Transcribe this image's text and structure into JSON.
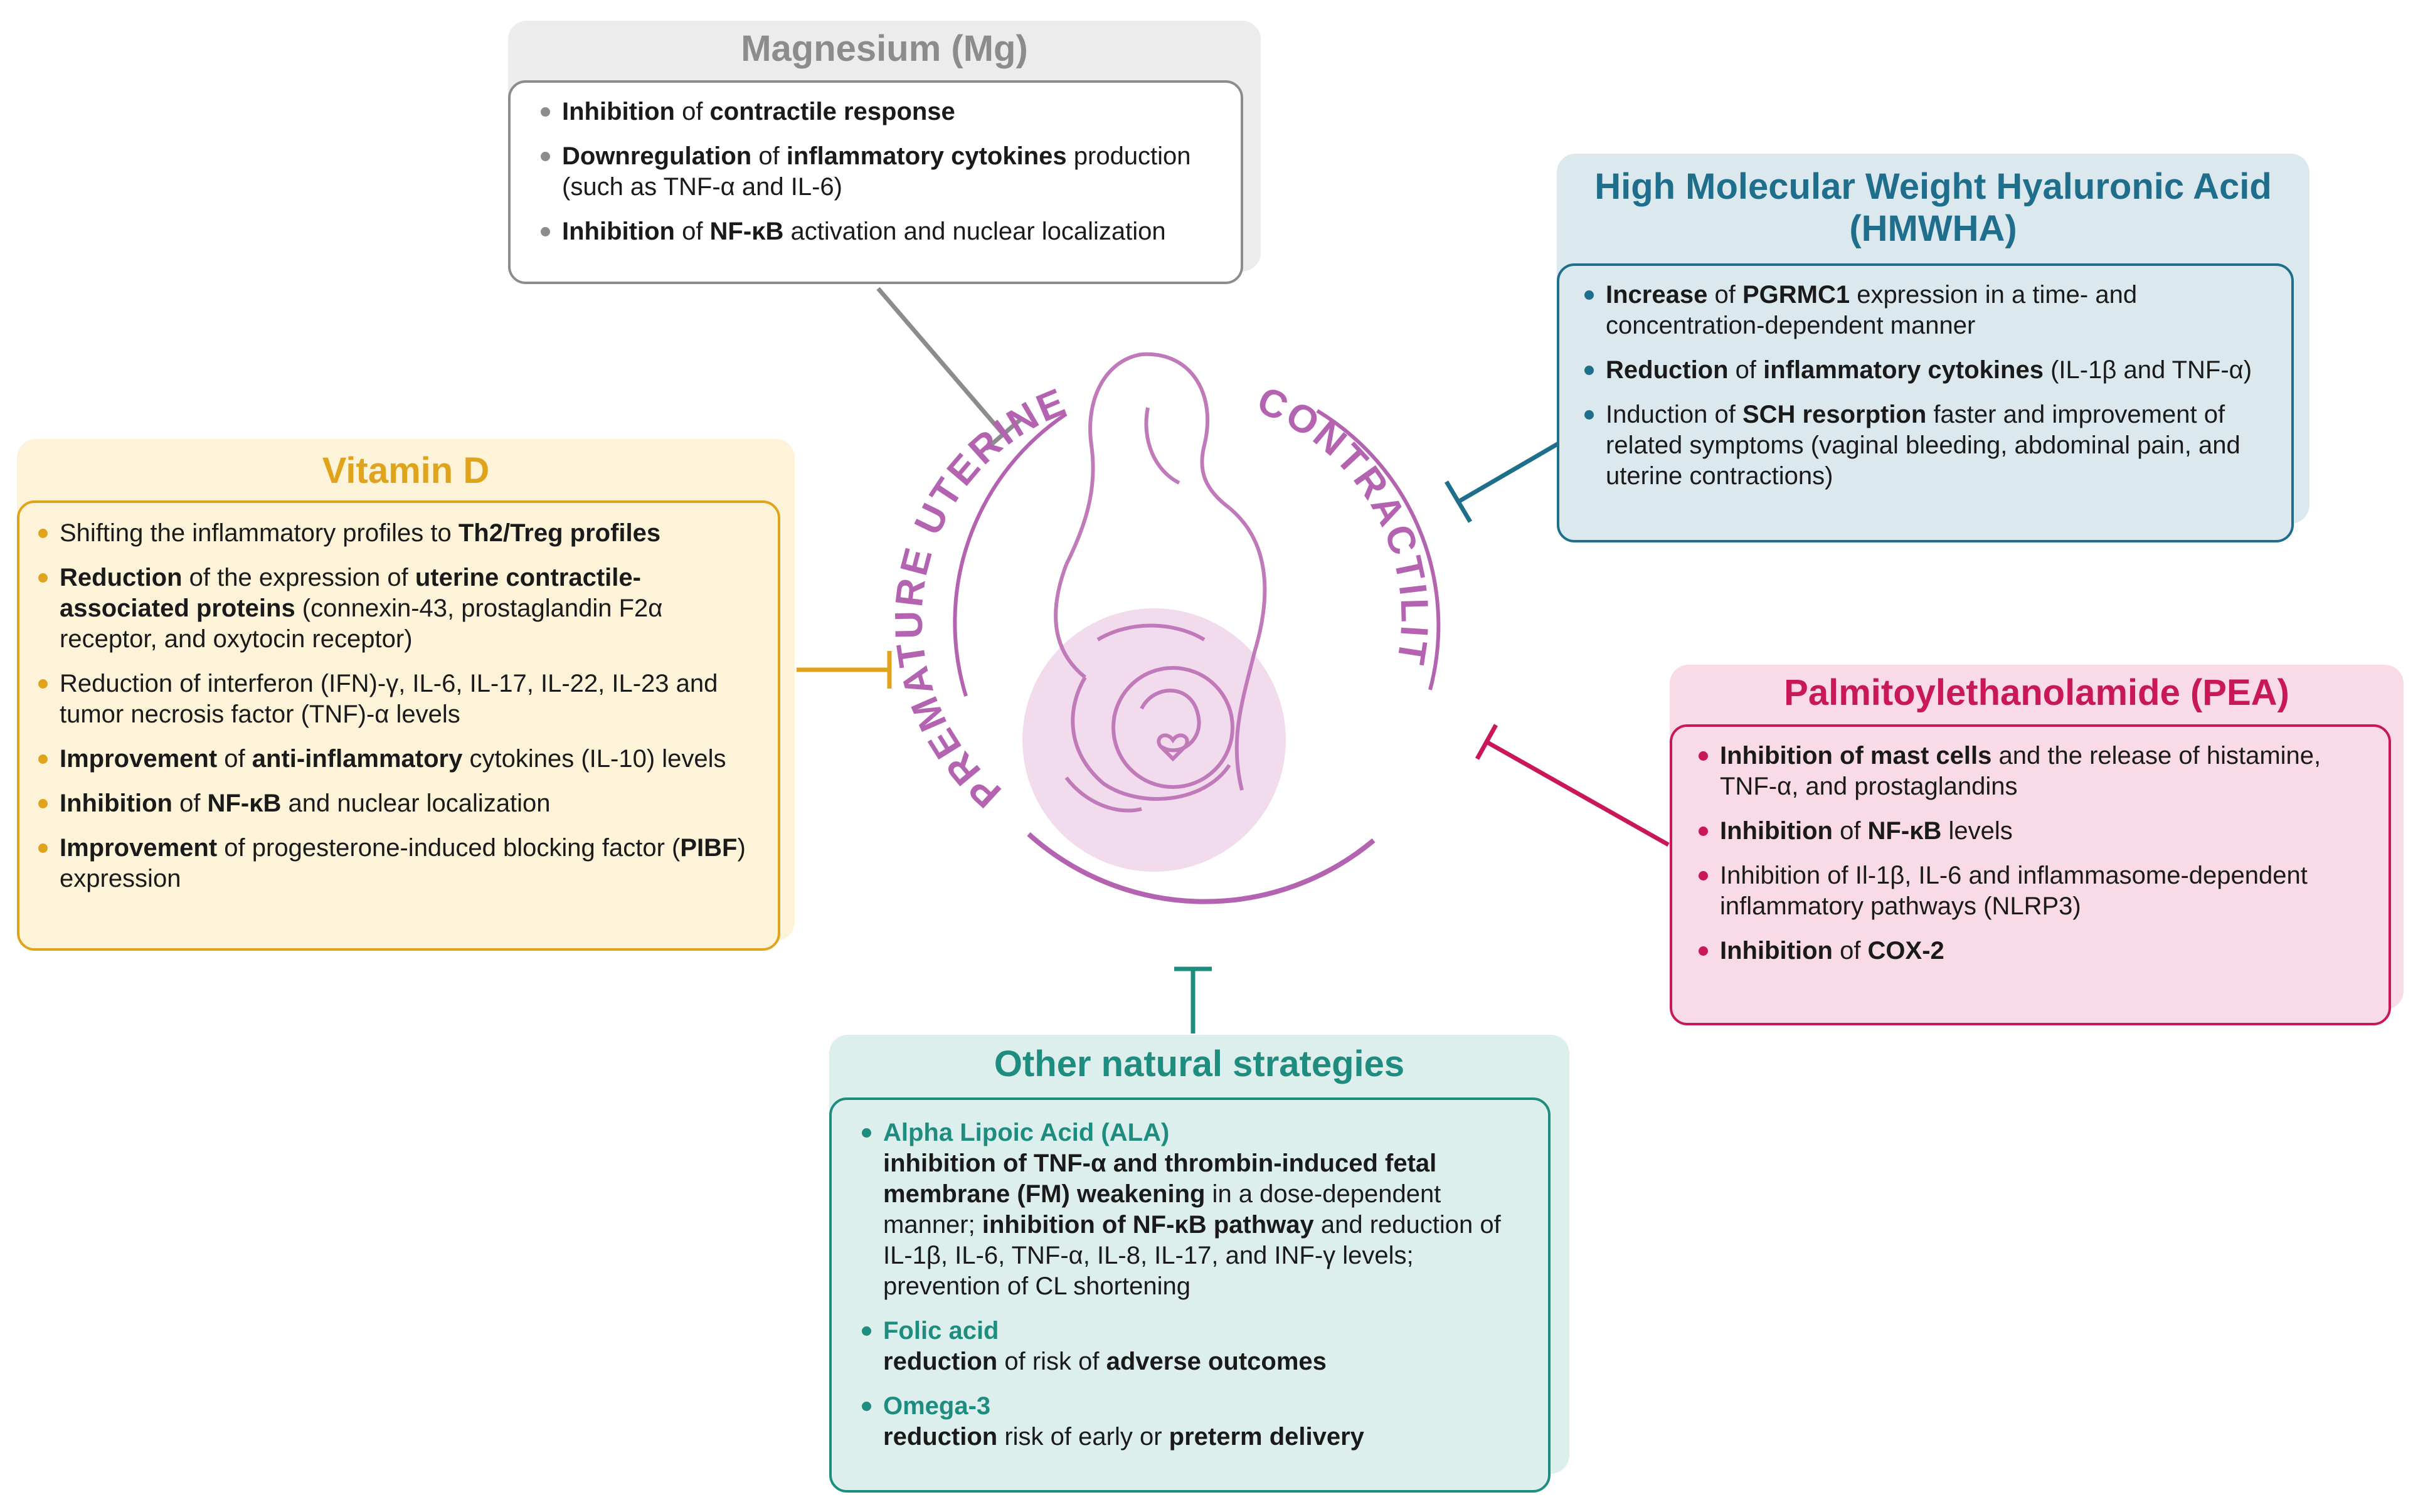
{
  "center": {
    "label_left": "PREMATURE UTERINE",
    "label_right": "CONTRACTILITY"
  },
  "colors": {
    "magnesium": "#8c8c8c",
    "hmwha": "#1f6e8c",
    "vitamin_d": "#e0a41c",
    "pea": "#c8185a",
    "other": "#1f8c80",
    "center_ring": "#b463b0"
  },
  "magnesium": {
    "title": "Magnesium (Mg)",
    "items": [
      [
        {
          "t": "Inhibition",
          "b": true
        },
        {
          "t": " of "
        },
        {
          "t": "contractile response",
          "b": true
        }
      ],
      [
        {
          "t": "Downregulation",
          "b": true
        },
        {
          "t": " of "
        },
        {
          "t": "inflammatory cytokines",
          "b": true
        },
        {
          "t": " production (such as TNF-α and IL-6)"
        }
      ],
      [
        {
          "t": "Inhibition",
          "b": true
        },
        {
          "t": " of "
        },
        {
          "t": "NF-κB",
          "b": true
        },
        {
          "t": " activation and nuclear localization"
        }
      ]
    ]
  },
  "hmwha": {
    "title_line1": "High Molecular Weight Hyaluronic Acid",
    "title_line2": "(HMWHA)",
    "items": [
      [
        {
          "t": "Increase",
          "b": true
        },
        {
          "t": " of "
        },
        {
          "t": "PGRMC1",
          "b": true
        },
        {
          "t": " expression in a time- and concentration-dependent  manner"
        }
      ],
      [
        {
          "t": "Reduction",
          "b": true
        },
        {
          "t": " of "
        },
        {
          "t": "inflammatory cytokines",
          "b": true
        },
        {
          "t": " (IL-1β and TNF-α)"
        }
      ],
      [
        {
          "t": "Induction of "
        },
        {
          "t": "SCH resorption",
          "b": true
        },
        {
          "t": " faster and improvement of related symptoms (vaginal bleeding, abdominal pain, and uterine contractions)"
        }
      ]
    ]
  },
  "vitamin_d": {
    "title": "Vitamin D",
    "items": [
      [
        {
          "t": "Shifting the inflammatory profiles to "
        },
        {
          "t": "Th2/Treg profiles",
          "b": true
        }
      ],
      [
        {
          "t": "Reduction",
          "b": true
        },
        {
          "t": " of the expression of "
        },
        {
          "t": "uterine contractile-associated proteins",
          "b": true
        },
        {
          "t": " (connexin-43, prostaglandin F2α receptor, and oxytocin receptor)"
        }
      ],
      [
        {
          "t": "Reduction of interferon (IFN)-γ, IL-6, IL-17, IL-22, IL-23 and tumor necrosis factor (TNF)-α levels"
        }
      ],
      [
        {
          "t": "Improvement",
          "b": true
        },
        {
          "t": " of "
        },
        {
          "t": "anti-inflammatory",
          "b": true
        },
        {
          "t": " cytokines (IL-10) levels"
        }
      ],
      [
        {
          "t": "Inhibition",
          "b": true
        },
        {
          "t": " of "
        },
        {
          "t": "NF-κB",
          "b": true
        },
        {
          "t": " and nuclear localization"
        }
      ],
      [
        {
          "t": "Improvement",
          "b": true
        },
        {
          "t": " of progesterone-induced blocking factor ("
        },
        {
          "t": "PIBF",
          "b": true
        },
        {
          "t": ") expression"
        }
      ]
    ]
  },
  "pea": {
    "title": "Palmitoylethanolamide (PEA)",
    "items": [
      [
        {
          "t": "Inhibition of mast cells",
          "b": true
        },
        {
          "t": " and the release of histamine, TNF-α, and prostaglandins"
        }
      ],
      [
        {
          "t": "Inhibition",
          "b": true
        },
        {
          "t": " of  "
        },
        {
          "t": "NF-κB",
          "b": true
        },
        {
          "t": " levels"
        }
      ],
      [
        {
          "t": "Inhibition of Il-1β, IL-6 and inflammasome-dependent inflammatory pathways (NLRP3)"
        }
      ],
      [
        {
          "t": "Inhibition",
          "b": true
        },
        {
          "t": " of "
        },
        {
          "t": "COX-2",
          "b": true
        }
      ]
    ]
  },
  "other": {
    "title": "Other natural strategies",
    "items": [
      {
        "name": "Alpha Lipoic Acid (ALA)",
        "desc": [
          {
            "t": "inhibition of TNF-α and thrombin-induced fetal membrane (FM) weakening",
            "b": true
          },
          {
            "t": " in a dose-dependent manner; "
          },
          {
            "t": "inhibition of NF-κB pathway",
            "b": true
          },
          {
            "t": " and reduction of IL-1β, IL-6, TNF-α, IL-8, IL-17, and INF-γ  levels; prevention of CL shortening"
          }
        ]
      },
      {
        "name": "Folic acid",
        "desc": [
          {
            "t": "reduction",
            "b": true
          },
          {
            "t": " of risk of "
          },
          {
            "t": "adverse outcomes",
            "b": true
          }
        ]
      },
      {
        "name": "Omega-3",
        "desc": [
          {
            "t": "reduction",
            "b": true
          },
          {
            "t": " risk of early or "
          },
          {
            "t": "preterm delivery",
            "b": true
          }
        ]
      }
    ]
  }
}
